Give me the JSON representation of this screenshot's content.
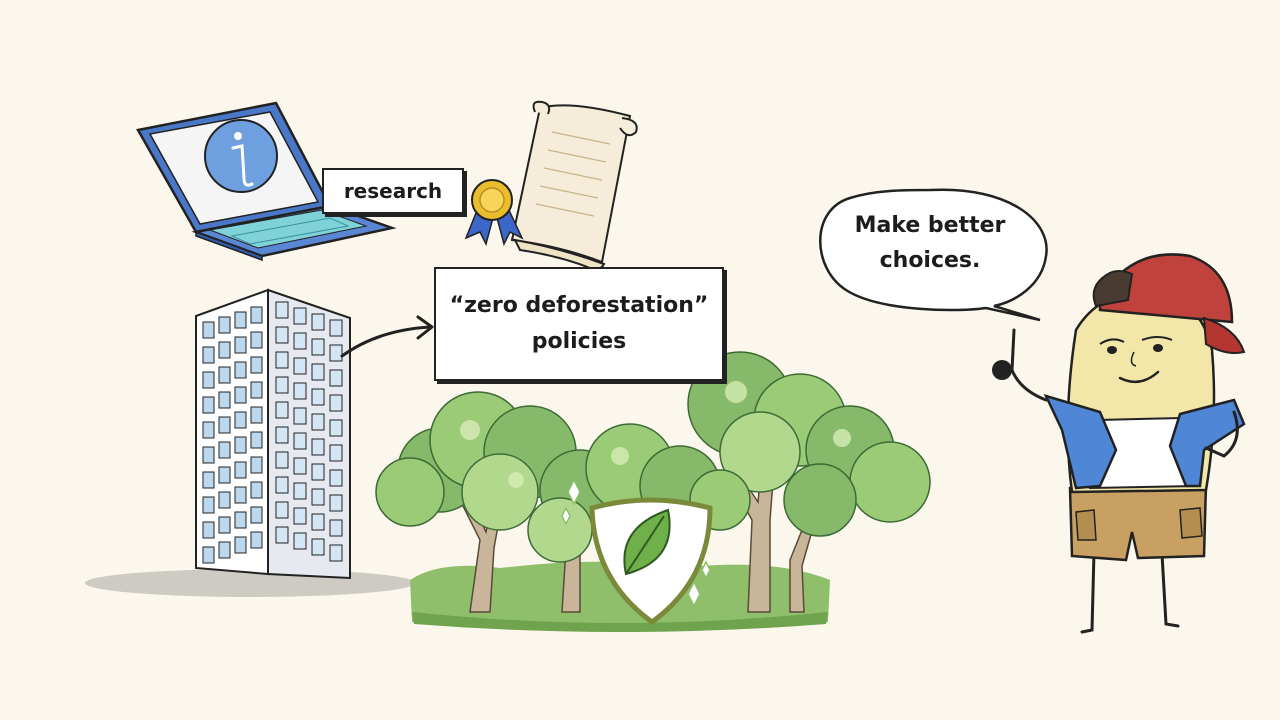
{
  "scene": {
    "research_label": "research",
    "policy_label_line1": "“zero deforestation”",
    "policy_label_line2": "policies",
    "speech_line1": "Make better",
    "speech_line2": "choices."
  },
  "colors": {
    "background": "#fbf7ec",
    "laptop_blue": "#4a78c9",
    "info_icon": "#6e9fdf",
    "tree_green": "#7fb069",
    "cap_red": "#c0423d",
    "shirt_blue": "#4f86d6",
    "shorts_khaki": "#c8a061"
  }
}
